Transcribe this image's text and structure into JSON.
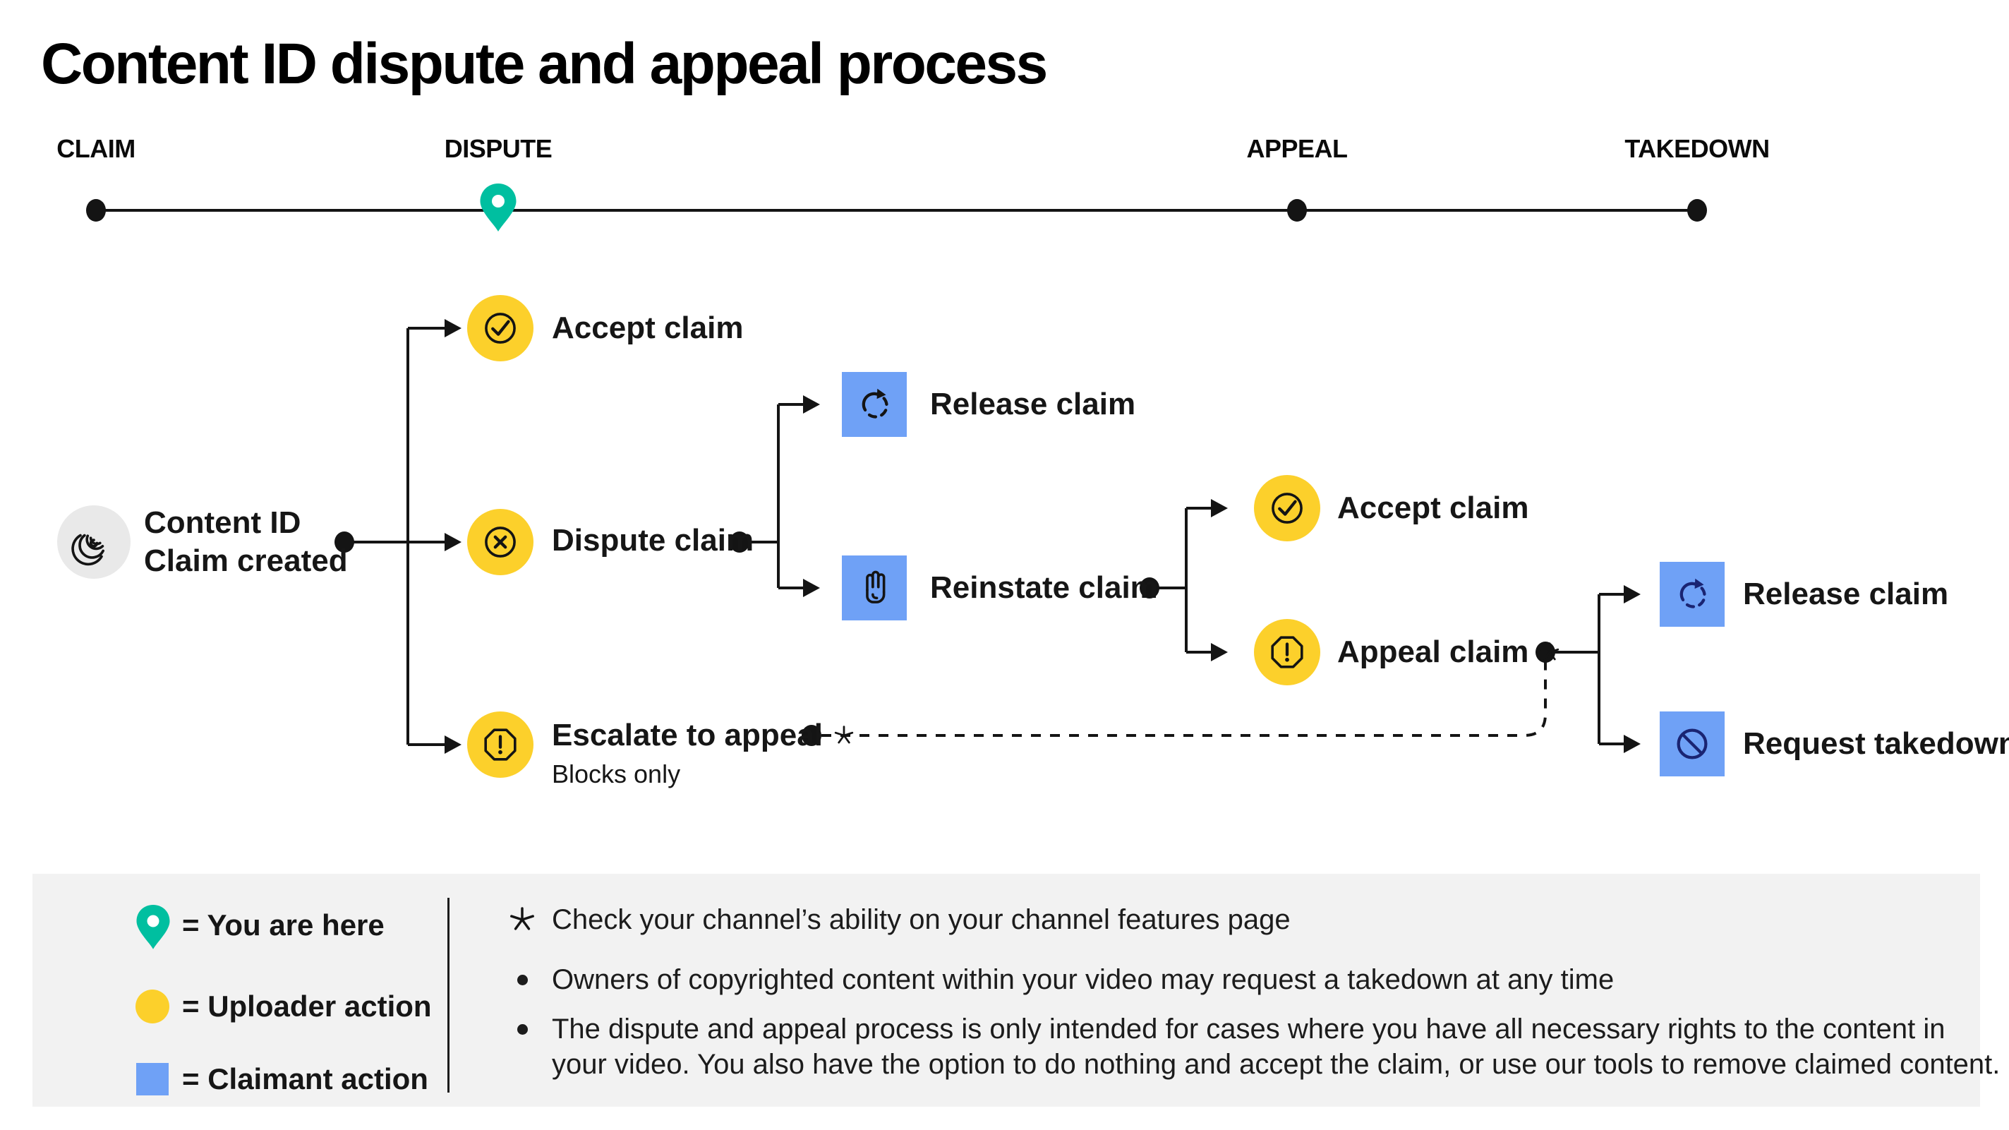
{
  "title": "Content ID dispute and appeal process",
  "timeline": {
    "stages": [
      {
        "label": "CLAIM"
      },
      {
        "label": "DISPUTE"
      },
      {
        "label": "APPEAL"
      },
      {
        "label": "TAKEDOWN"
      }
    ]
  },
  "nodes": {
    "content": {
      "label_line1": "Content ID",
      "label_line2": "Claim created"
    },
    "accept1": {
      "label": "Accept claim"
    },
    "dispute": {
      "label": "Dispute claim"
    },
    "release1": {
      "label": "Release claim"
    },
    "reinstate": {
      "label": "Reinstate claim"
    },
    "accept2": {
      "label": "Accept claim"
    },
    "appeal": {
      "label": "Appeal claim"
    },
    "escalate": {
      "label": "Escalate to appeal",
      "sublabel": "Blocks only"
    },
    "release2": {
      "label": "Release claim"
    },
    "takedown": {
      "label": "Request takedown"
    }
  },
  "legend": {
    "items": [
      {
        "icon": "location-pin",
        "label": "= You are here"
      },
      {
        "icon": "yellow-circle",
        "label": "= Uploader action"
      },
      {
        "icon": "blue-square",
        "label": "= Claimant action"
      }
    ]
  },
  "footnotes": [
    {
      "marker": "star",
      "text": "Check your channel’s ability on your channel features page"
    },
    {
      "marker": "bullet",
      "text": "Owners of copyrighted content within your video may request a takedown at any time"
    },
    {
      "marker": "bullet",
      "text": "The dispute and appeal process is only intended for cases where you have all necessary rights to the content in\nyour video. You also have the option to do nothing and accept the claim, or use our tools to remove claimed content."
    }
  ],
  "colors": {
    "uploader_yellow": "#FCD02B",
    "claimant_blue": "#6FA1F6",
    "pin_teal": "#00BFA0",
    "navy_icon": "#1A2472",
    "line_ink": "#141414",
    "panel_gray": "#F2F2F2",
    "fingerprint_bg": "#E9E9E9",
    "text_ink": "#212121"
  }
}
